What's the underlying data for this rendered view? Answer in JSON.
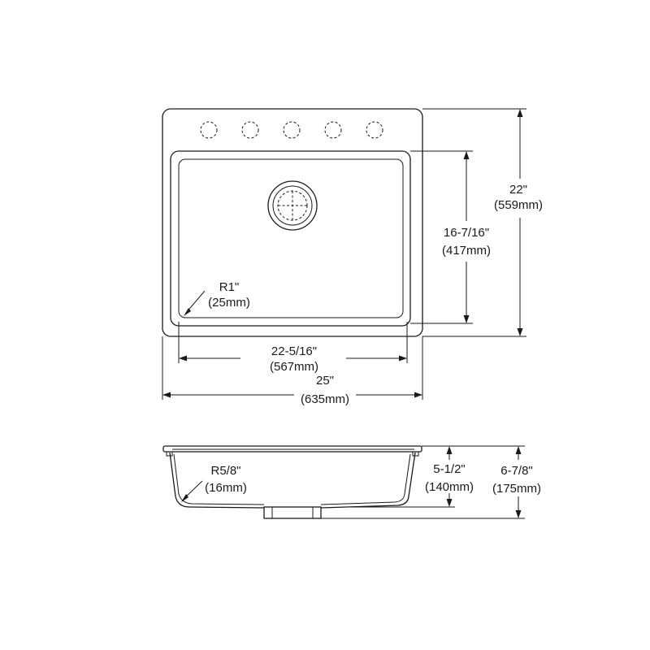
{
  "top_view": {
    "overall_width": {
      "inch": "25\"",
      "mm": "(635mm)"
    },
    "overall_depth": {
      "inch": "22\"",
      "mm": "(559mm)"
    },
    "bowl_width": {
      "inch": "22-5/16\"",
      "mm": "(567mm)"
    },
    "bowl_length": {
      "inch": "16-7/16\"",
      "mm": "(417mm)"
    },
    "corner_radius": {
      "inch": "R1\"",
      "mm": "(25mm)"
    },
    "faucet_holes": 5
  },
  "side_view": {
    "corner_radius": {
      "inch": "R5/8\"",
      "mm": "(16mm)"
    },
    "bowl_depth": {
      "inch": "5-1/2\"",
      "mm": "(140mm)"
    },
    "overall_height": {
      "inch": "6-7/8\"",
      "mm": "(175mm)"
    }
  }
}
